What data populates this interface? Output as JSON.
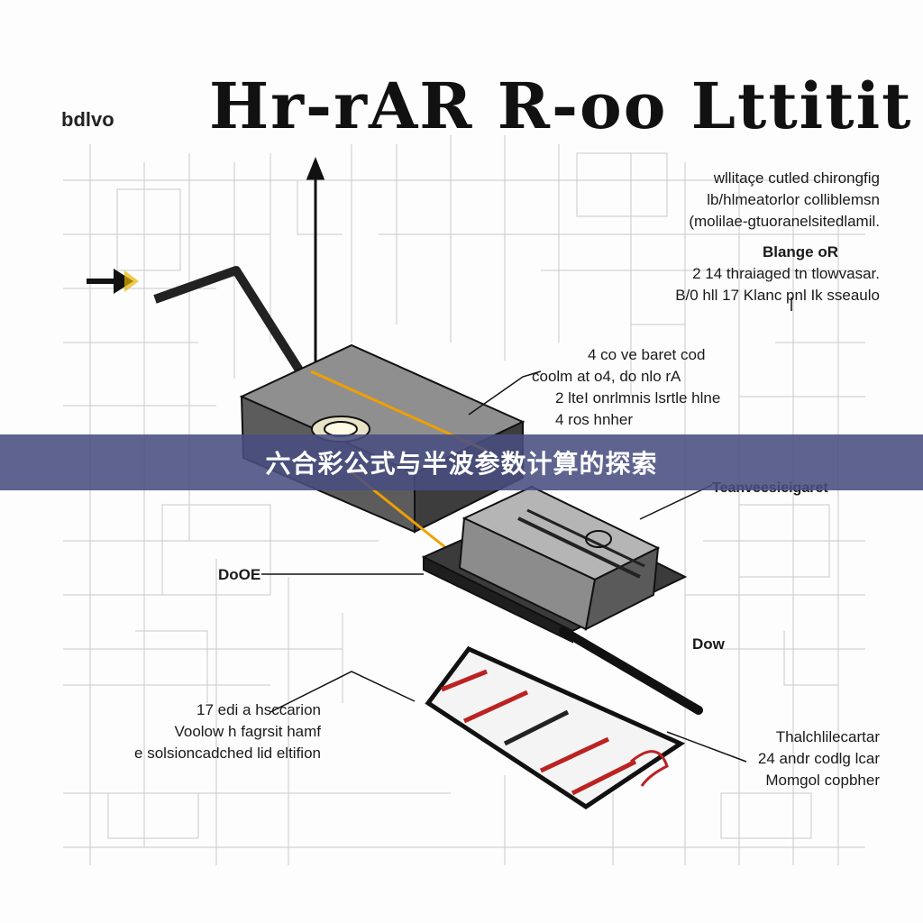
{
  "brand": "bdlvo",
  "title": "Hr-rAR R-oo Lttitit",
  "banner": {
    "text": "六合彩公式与半波参数计算的探索"
  },
  "labels": {
    "top_right": [
      "wllitaçe cutled chirongfig",
      "lb/hlmeatorlor colliblemsn",
      "(molilae-gtuoranelsitedlamil."
    ],
    "blange": [
      "Blange oR",
      "2 14 thraiaged tn tlowvasar.",
      "B/0 hll 17 Klanc pnl Ik sseaulo"
    ],
    "middle": [
      "4  co ve baret  cod",
      "coolm at o4, do nlo rA",
      "2 lteI onrlmnis lsrtle hlne",
      "4 ros hnher"
    ],
    "transv": "Teanveesieigaret",
    "dode": "DoOE",
    "dow": "Dow",
    "bottom_left": [
      "17 edi a hsccarion",
      "Voolow h fagrsit hamf",
      "e solsioncadched lid eltifion"
    ],
    "bottom_right": [
      "Thalchlilecartar",
      "24 andr codlg lcar",
      "Momgol copbher"
    ]
  }
}
